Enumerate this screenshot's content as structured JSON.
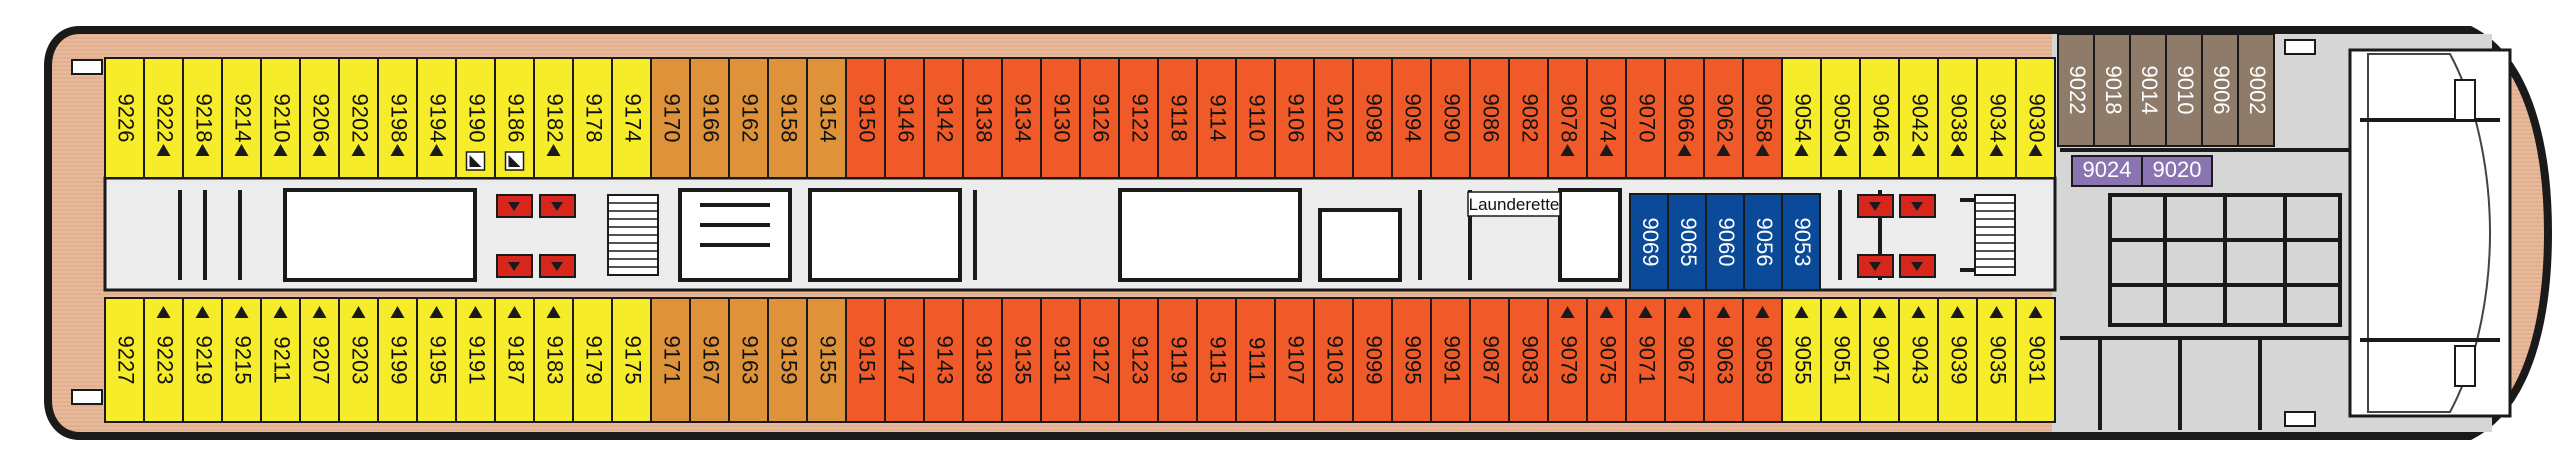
{
  "colors": {
    "yellow": "#f7ec2a",
    "amber": "#de923a",
    "orange": "#f05a28",
    "blue": "#0b4a99",
    "brown": "#8e7b6a",
    "purple": "#8a74b2",
    "red": "#d9261c",
    "wood": "#e8b99a",
    "hull": "#1a1a1a",
    "corridor": "#ececec",
    "aft": "#d6d6d6"
  },
  "rooms": {
    "launderette": "Launderette"
  },
  "cabins": {
    "top_row": [
      {
        "n": "9226",
        "c": "yellow",
        "tri": false
      },
      {
        "n": "9222",
        "c": "yellow",
        "tri": true
      },
      {
        "n": "9218",
        "c": "yellow",
        "tri": true
      },
      {
        "n": "9214",
        "c": "yellow",
        "tri": true
      },
      {
        "n": "9210",
        "c": "yellow",
        "tri": true
      },
      {
        "n": "9206",
        "c": "yellow",
        "tri": true
      },
      {
        "n": "9202",
        "c": "yellow",
        "tri": true
      },
      {
        "n": "9198",
        "c": "yellow",
        "tri": true
      },
      {
        "n": "9194",
        "c": "yellow",
        "tri": true
      },
      {
        "n": "9190",
        "c": "yellow",
        "tri": false,
        "access": true
      },
      {
        "n": "9186",
        "c": "yellow",
        "tri": false,
        "access": true
      },
      {
        "n": "9182",
        "c": "yellow",
        "tri": true
      },
      {
        "n": "9178",
        "c": "yellow",
        "tri": false
      },
      {
        "n": "9174",
        "c": "yellow",
        "tri": false
      },
      {
        "n": "9170",
        "c": "amber",
        "tri": false
      },
      {
        "n": "9166",
        "c": "amber",
        "tri": false
      },
      {
        "n": "9162",
        "c": "amber",
        "tri": false
      },
      {
        "n": "9158",
        "c": "amber",
        "tri": false
      },
      {
        "n": "9154",
        "c": "amber",
        "tri": false
      },
      {
        "n": "9150",
        "c": "orange",
        "tri": false
      },
      {
        "n": "9146",
        "c": "orange",
        "tri": false
      },
      {
        "n": "9142",
        "c": "orange",
        "tri": false
      },
      {
        "n": "9138",
        "c": "orange",
        "tri": false
      },
      {
        "n": "9134",
        "c": "orange",
        "tri": false
      },
      {
        "n": "9130",
        "c": "orange",
        "tri": false
      },
      {
        "n": "9126",
        "c": "orange",
        "tri": false
      },
      {
        "n": "9122",
        "c": "orange",
        "tri": false
      },
      {
        "n": "9118",
        "c": "orange",
        "tri": false
      },
      {
        "n": "9114",
        "c": "orange",
        "tri": false
      },
      {
        "n": "9110",
        "c": "orange",
        "tri": false
      },
      {
        "n": "9106",
        "c": "orange",
        "tri": false
      },
      {
        "n": "9102",
        "c": "orange",
        "tri": false
      },
      {
        "n": "9098",
        "c": "orange",
        "tri": false
      },
      {
        "n": "9094",
        "c": "orange",
        "tri": false
      },
      {
        "n": "9090",
        "c": "orange",
        "tri": false
      },
      {
        "n": "9086",
        "c": "orange",
        "tri": false
      },
      {
        "n": "9082",
        "c": "orange",
        "tri": false
      },
      {
        "n": "9078",
        "c": "orange",
        "tri": true
      },
      {
        "n": "9074",
        "c": "orange",
        "tri": true
      },
      {
        "n": "9070",
        "c": "orange",
        "tri": false
      },
      {
        "n": "9066",
        "c": "orange",
        "tri": true
      },
      {
        "n": "9062",
        "c": "orange",
        "tri": true
      },
      {
        "n": "9058",
        "c": "orange",
        "tri": true
      },
      {
        "n": "9054",
        "c": "yellow",
        "tri": true
      },
      {
        "n": "9050",
        "c": "yellow",
        "tri": true
      },
      {
        "n": "9046",
        "c": "yellow",
        "tri": true
      },
      {
        "n": "9042",
        "c": "yellow",
        "tri": true
      },
      {
        "n": "9038",
        "c": "yellow",
        "tri": true
      },
      {
        "n": "9034",
        "c": "yellow",
        "tri": true
      },
      {
        "n": "9030",
        "c": "yellow",
        "tri": true
      }
    ],
    "bottom_row": [
      {
        "n": "9227",
        "c": "yellow",
        "tri": false
      },
      {
        "n": "9223",
        "c": "yellow",
        "tri": true
      },
      {
        "n": "9219",
        "c": "yellow",
        "tri": true
      },
      {
        "n": "9215",
        "c": "yellow",
        "tri": true
      },
      {
        "n": "9211",
        "c": "yellow",
        "tri": true
      },
      {
        "n": "9207",
        "c": "yellow",
        "tri": true
      },
      {
        "n": "9203",
        "c": "yellow",
        "tri": true
      },
      {
        "n": "9199",
        "c": "yellow",
        "tri": true
      },
      {
        "n": "9195",
        "c": "yellow",
        "tri": true
      },
      {
        "n": "9191",
        "c": "yellow",
        "tri": true
      },
      {
        "n": "9187",
        "c": "yellow",
        "tri": true
      },
      {
        "n": "9183",
        "c": "yellow",
        "tri": true
      },
      {
        "n": "9179",
        "c": "yellow",
        "tri": false
      },
      {
        "n": "9175",
        "c": "yellow",
        "tri": false
      },
      {
        "n": "9171",
        "c": "amber",
        "tri": false
      },
      {
        "n": "9167",
        "c": "amber",
        "tri": false
      },
      {
        "n": "9163",
        "c": "amber",
        "tri": false
      },
      {
        "n": "9159",
        "c": "amber",
        "tri": false
      },
      {
        "n": "9155",
        "c": "amber",
        "tri": false
      },
      {
        "n": "9151",
        "c": "orange",
        "tri": false
      },
      {
        "n": "9147",
        "c": "orange",
        "tri": false
      },
      {
        "n": "9143",
        "c": "orange",
        "tri": false
      },
      {
        "n": "9139",
        "c": "orange",
        "tri": false
      },
      {
        "n": "9135",
        "c": "orange",
        "tri": false
      },
      {
        "n": "9131",
        "c": "orange",
        "tri": false
      },
      {
        "n": "9127",
        "c": "orange",
        "tri": false
      },
      {
        "n": "9123",
        "c": "orange",
        "tri": false
      },
      {
        "n": "9119",
        "c": "orange",
        "tri": false
      },
      {
        "n": "9115",
        "c": "orange",
        "tri": false
      },
      {
        "n": "9111",
        "c": "orange",
        "tri": false
      },
      {
        "n": "9107",
        "c": "orange",
        "tri": false
      },
      {
        "n": "9103",
        "c": "orange",
        "tri": false
      },
      {
        "n": "9099",
        "c": "orange",
        "tri": false
      },
      {
        "n": "9095",
        "c": "orange",
        "tri": false
      },
      {
        "n": "9091",
        "c": "orange",
        "tri": false
      },
      {
        "n": "9087",
        "c": "orange",
        "tri": false
      },
      {
        "n": "9083",
        "c": "orange",
        "tri": false
      },
      {
        "n": "9079",
        "c": "orange",
        "tri": true
      },
      {
        "n": "9075",
        "c": "orange",
        "tri": true
      },
      {
        "n": "9071",
        "c": "orange",
        "tri": true
      },
      {
        "n": "9067",
        "c": "orange",
        "tri": true
      },
      {
        "n": "9063",
        "c": "orange",
        "tri": true
      },
      {
        "n": "9059",
        "c": "orange",
        "tri": true
      },
      {
        "n": "9055",
        "c": "yellow",
        "tri": true
      },
      {
        "n": "9051",
        "c": "yellow",
        "tri": true
      },
      {
        "n": "9047",
        "c": "yellow",
        "tri": true
      },
      {
        "n": "9043",
        "c": "yellow",
        "tri": true
      },
      {
        "n": "9039",
        "c": "yellow",
        "tri": true
      },
      {
        "n": "9035",
        "c": "yellow",
        "tri": true
      },
      {
        "n": "9031",
        "c": "yellow",
        "tri": true
      }
    ],
    "aft_top": [
      {
        "n": "9022",
        "c": "brown"
      },
      {
        "n": "9018",
        "c": "brown"
      },
      {
        "n": "9014",
        "c": "brown"
      },
      {
        "n": "9010",
        "c": "brown"
      },
      {
        "n": "9006",
        "c": "brown"
      },
      {
        "n": "9002",
        "c": "brown"
      }
    ],
    "center_blue": [
      {
        "n": "9069",
        "c": "blue"
      },
      {
        "n": "9065",
        "c": "blue"
      },
      {
        "n": "9060",
        "c": "blue"
      },
      {
        "n": "9056",
        "c": "blue"
      },
      {
        "n": "9053",
        "c": "blue"
      }
    ],
    "center_purple": [
      {
        "n": "9024",
        "c": "purple"
      },
      {
        "n": "9020",
        "c": "purple"
      }
    ]
  }
}
